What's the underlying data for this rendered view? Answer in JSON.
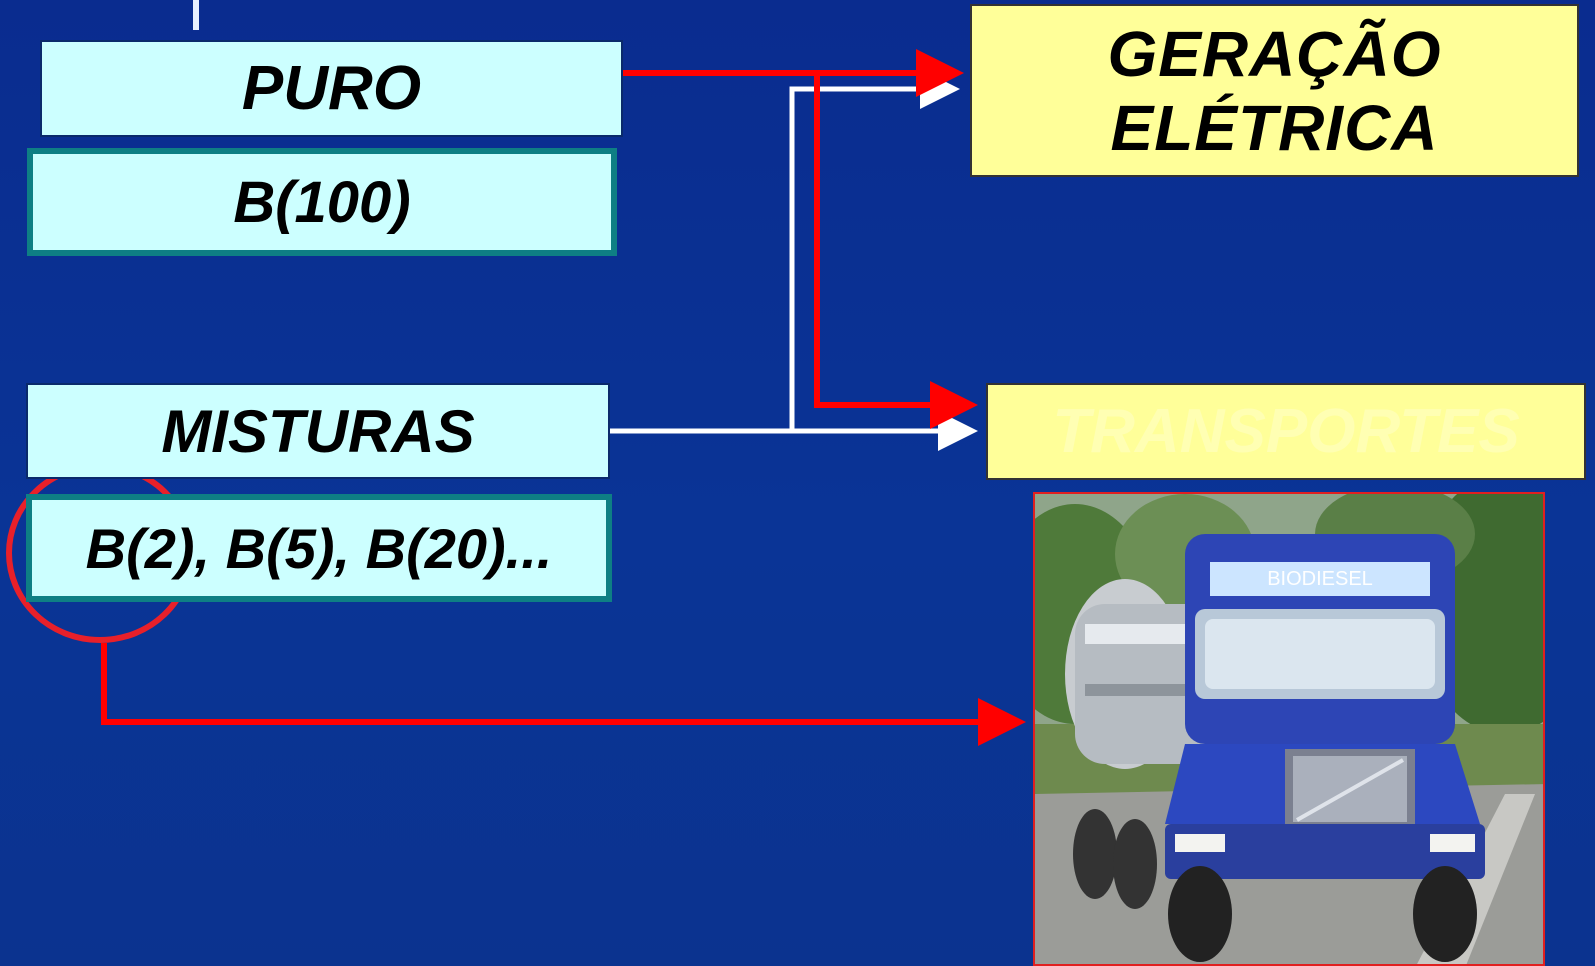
{
  "diagram": {
    "nodes": {
      "puro": "PURO",
      "b100": "B(100)",
      "misturas": "MISTURAS",
      "blends": "B(2), B(5), B(20)...",
      "geracao_line1": "GERAÇÃO",
      "geracao_line2": "ELÉTRICA",
      "transportes": "TRANSPORTES"
    },
    "photo": {
      "label": "BIODIESEL"
    }
  },
  "colors": {
    "background": "#0a2c8f",
    "box_cyan": "#ccffff",
    "box_yellow": "#ffff99",
    "arrow_red": "#ff0000",
    "arrow_white": "#ffffff",
    "teal_border": "#0e7f84"
  }
}
